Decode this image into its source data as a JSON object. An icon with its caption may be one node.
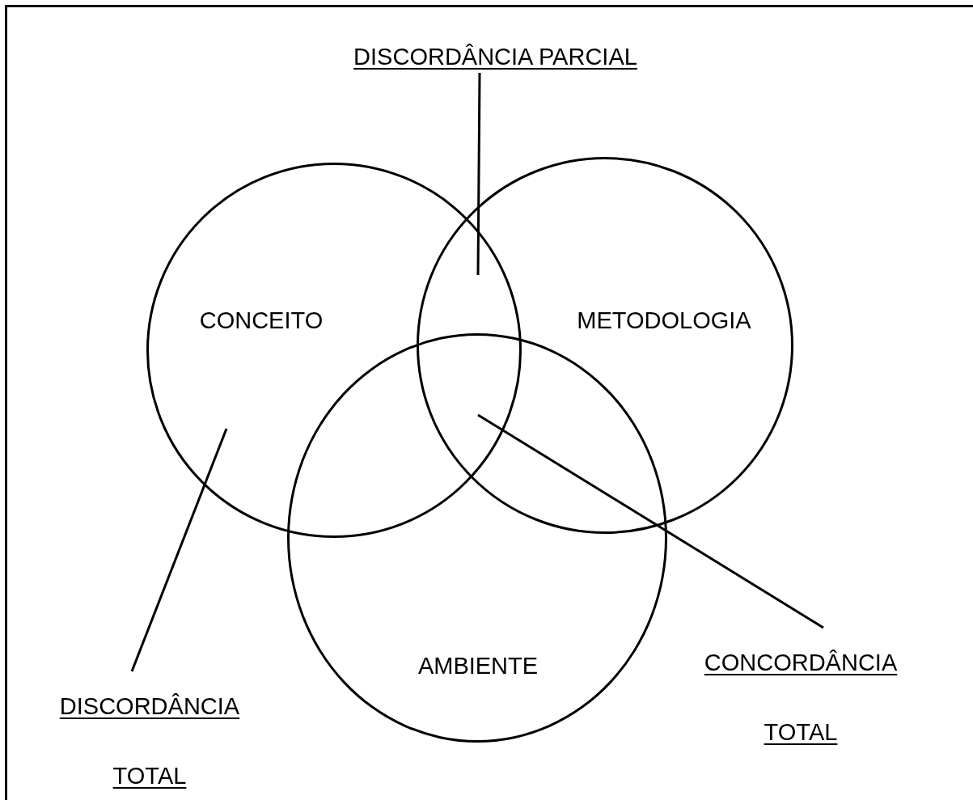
{
  "diagram": {
    "nodes": [
      {
        "text": [
          "CONCEITO"
        ]
      },
      {
        "text": [
          "METODOLOGIA"
        ]
      },
      {
        "text": [
          "AMBIENTE"
        ]
      },
      {
        "text": [
          "DISCORDÂNCIA PARCIAL"
        ]
      },
      {
        "text": [
          "DISCORDÂNCIA TOTAL"
        ]
      },
      {
        "text": [
          "CONCORDÂNCIA TOTAL"
        ]
      }
    ],
    "edges": [
      {
        "from": 3,
        "to": 0,
        "arrow": "none"
      },
      {
        "from": 4,
        "to": 0,
        "arrow": "none"
      },
      {
        "from": 5,
        "to": 0,
        "arrow": "none"
      }
    ]
  }
}
